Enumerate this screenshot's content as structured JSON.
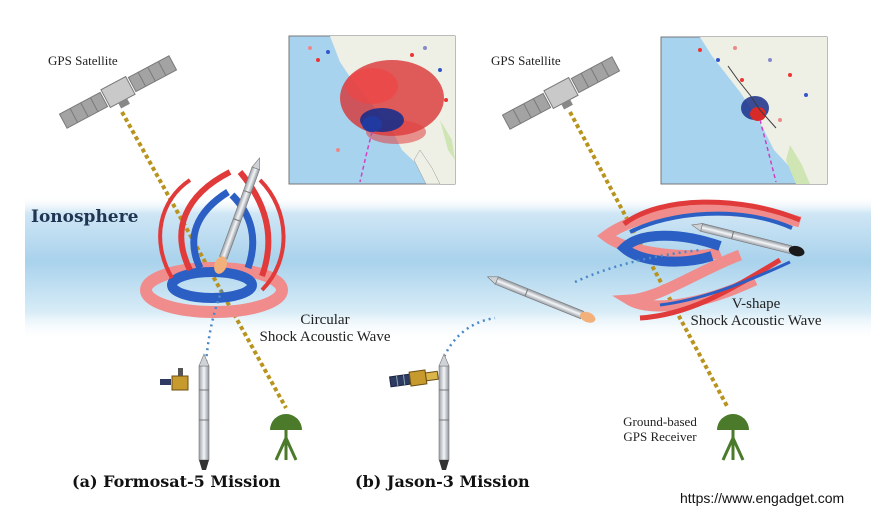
{
  "labels": {
    "gps_satellite_left": "GPS Satellite",
    "gps_satellite_right": "GPS Satellite",
    "ionosphere": "Ionosphere",
    "circular_wave_line1": "Circular",
    "circular_wave_line2": "Shock Acoustic Wave",
    "vshape_wave_line1": "V-shape",
    "vshape_wave_line2": "Shock Acoustic Wave",
    "receiver_line1": "Ground-based",
    "receiver_line2": "GPS Receiver",
    "mission_a": "(a) Formosat-5 Mission",
    "mission_b": "(b) Jason-3 Mission",
    "source_url": "https://www.engadget.com"
  },
  "colors": {
    "ionosphere_band": "#a9d2ec",
    "wave_red": "#e03a3a",
    "wave_pink": "#f08c8c",
    "wave_blue": "#2c5fc4",
    "signal_path": "#b8941e",
    "trajectory": "#4a88c8",
    "receiver": "#4a7a2a",
    "satellite": "#9a9a9a"
  },
  "icons": [
    "gps-satellite-icon",
    "rocket-icon",
    "spacecraft-icon",
    "gps-receiver-icon",
    "tec-map"
  ]
}
